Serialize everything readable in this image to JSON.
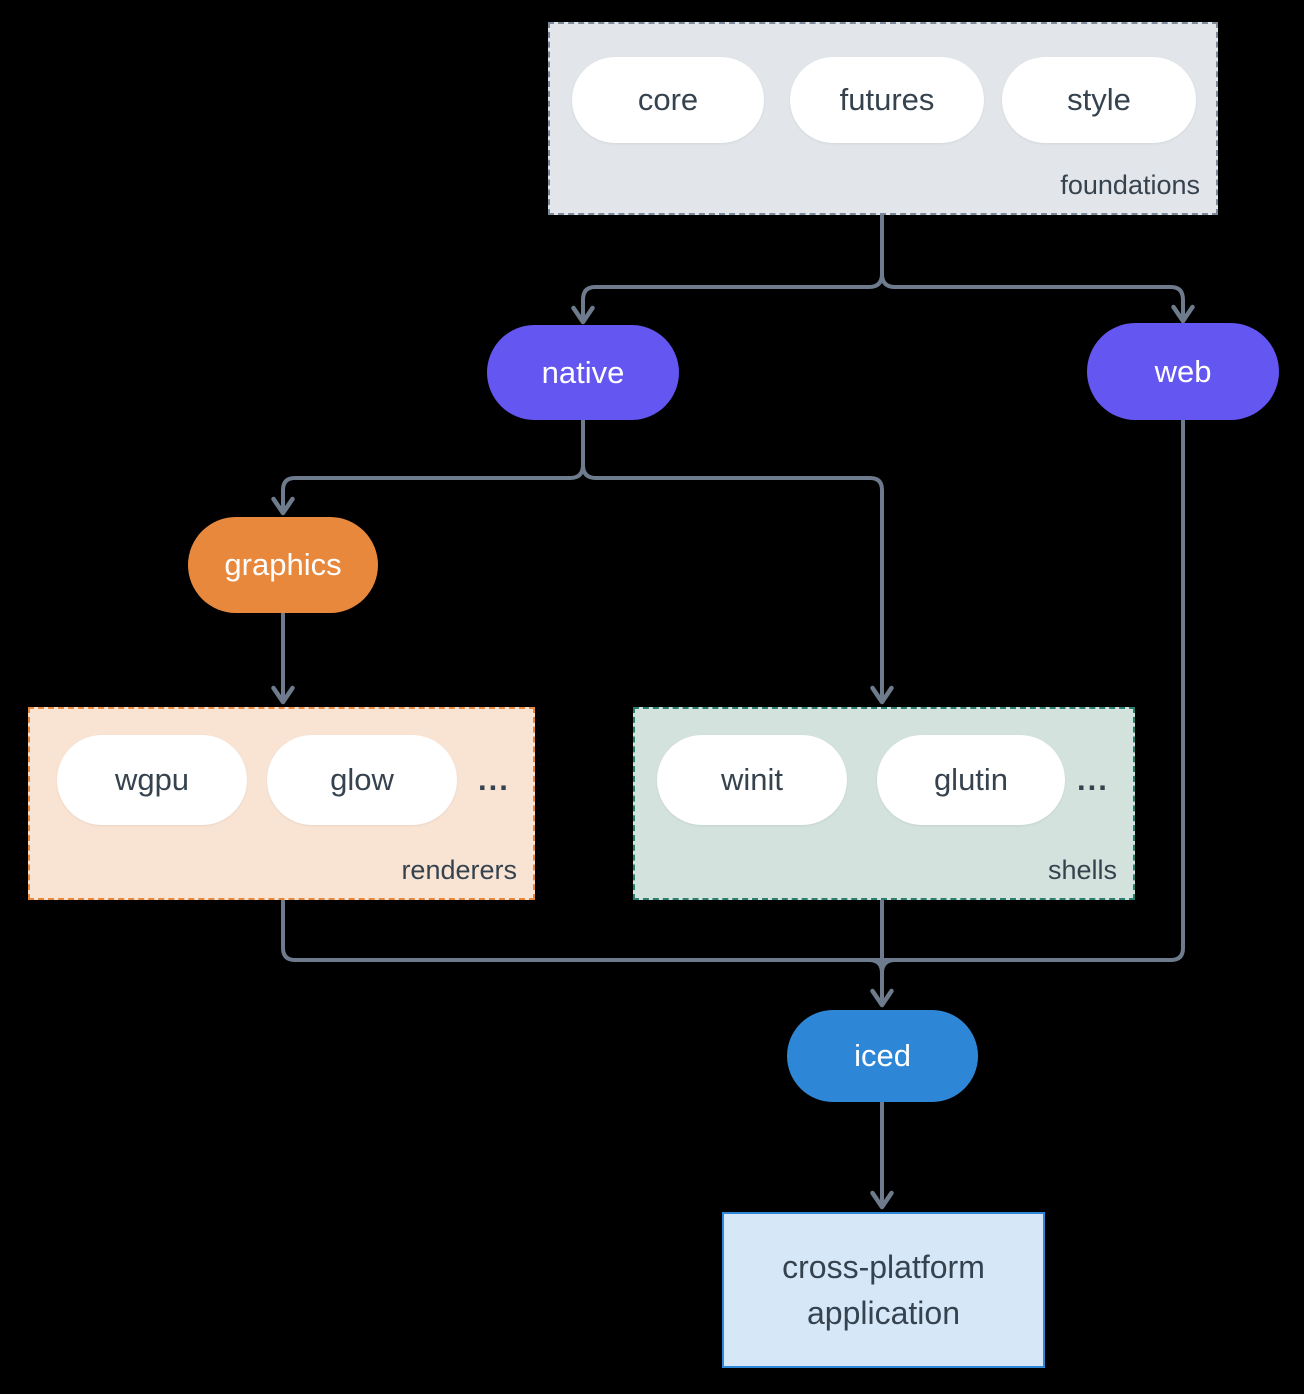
{
  "colors": {
    "background": "#000000",
    "edge": "#6d7b8c",
    "purple": "#6456f0",
    "orange": "#e8883c",
    "blue": "#2e87d6",
    "pill_bg": "#ffffff",
    "dark_text": "#36434f",
    "foundations_bg": "#e2e5e9",
    "foundations_border": "#7b8b9b",
    "renderers_bg": "#f9e4d4",
    "renderers_border": "#e8883c",
    "shells_bg": "#d3e2dc",
    "shells_border": "#2a7f6e",
    "app_bg": "#d6e8f8",
    "app_border": "#2e87d6"
  },
  "diagram": {
    "foundations": {
      "label": "foundations",
      "pills": [
        "core",
        "futures",
        "style"
      ]
    },
    "native": {
      "label": "native"
    },
    "web": {
      "label": "web"
    },
    "graphics": {
      "label": "graphics"
    },
    "renderers": {
      "label": "renderers",
      "pills": [
        "wgpu",
        "glow"
      ],
      "ellipsis": "..."
    },
    "shells": {
      "label": "shells",
      "pills": [
        "winit",
        "glutin"
      ],
      "ellipsis": "..."
    },
    "iced": {
      "label": "iced"
    },
    "app": {
      "label": "cross-platform application"
    }
  }
}
